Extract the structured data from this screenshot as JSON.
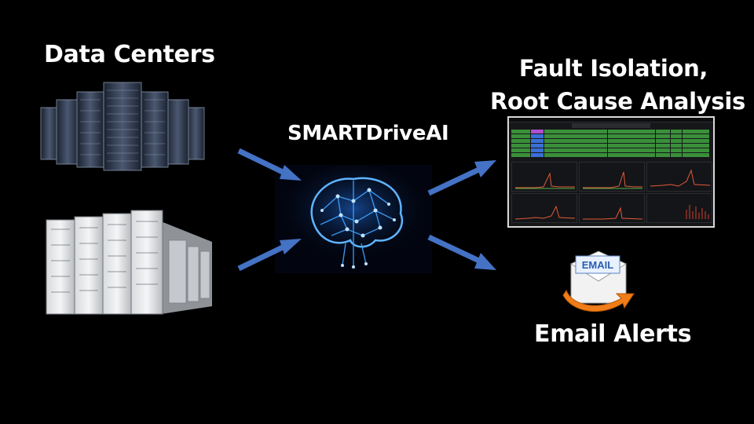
{
  "labels": {
    "data_centers": "Data Centers",
    "smartdrive": "SMARTDriveAI",
    "fault_line1": "Fault Isolation,",
    "fault_line2": "Root Cause Analysis",
    "email_alerts": "Email Alerts"
  },
  "icons": {
    "racks_top": "server-racks-icon",
    "racks_bottom": "server-cabinets-icon",
    "brain": "ai-brain-icon",
    "envelope": "email-envelope-icon",
    "dashboard": "monitoring-dashboard-thumbnail"
  },
  "colors": {
    "background": "#000000",
    "arrow": "#4472c4",
    "brain_glow": "#2f8cff",
    "table_green": "#3a8f3a",
    "envelope_orange": "#f07d1a"
  },
  "envelope_text": "EMAIL"
}
